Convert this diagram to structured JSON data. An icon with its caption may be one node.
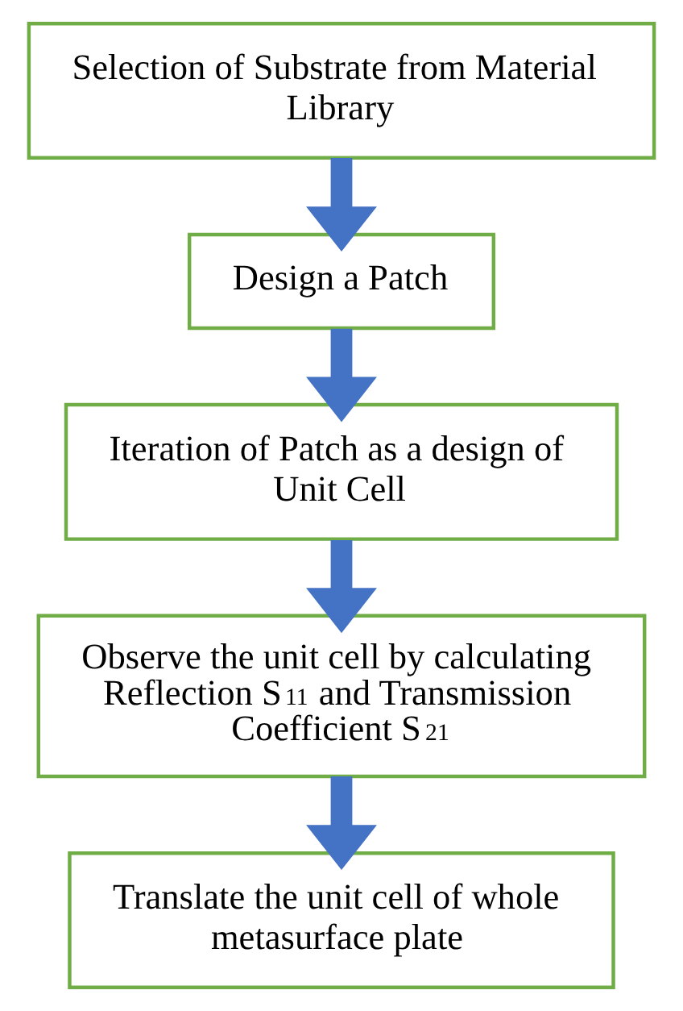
{
  "diagram": {
    "nodes": [
      {
        "text": [
          "Selection of Substrate from Material Library"
        ]
      },
      {
        "text": [
          "Design a Patch"
        ]
      },
      {
        "text": [
          "Iteration of Patch as a design of Unit Cell"
        ]
      },
      {
        "text": [
          "Observe the unit cell by calculating Reflection S$_{11}$ and Transmission Coefficient S$_{21}$"
        ]
      },
      {
        "text": [
          "Translate the unit cell of whole metasurface plate"
        ]
      }
    ],
    "edges": [
      {
        "from": 0,
        "to": 1,
        "arrow": "to"
      },
      {
        "from": 1,
        "to": 2,
        "arrow": "to"
      },
      {
        "from": 2,
        "to": 3,
        "arrow": "to"
      },
      {
        "from": 3,
        "to": 4,
        "arrow": "to"
      }
    ]
  }
}
